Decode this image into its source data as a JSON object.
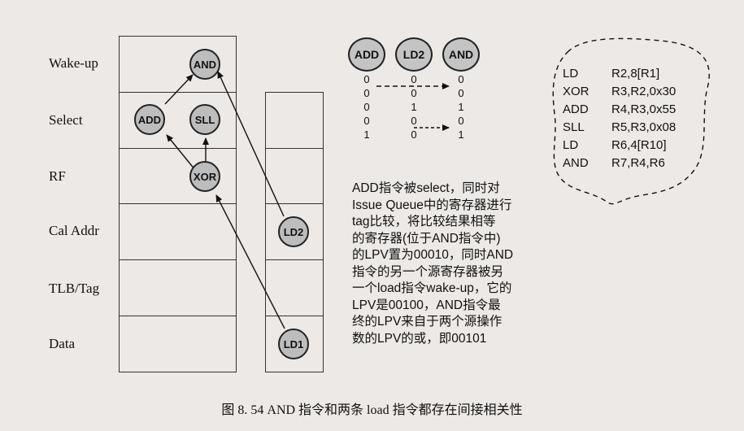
{
  "stages": [
    "Wake-up",
    "Select",
    "RF",
    "Cal Addr",
    "TLB/Tag",
    "Data"
  ],
  "nodes": {
    "and": "AND",
    "add": "ADD",
    "sll": "SLL",
    "xor": "XOR",
    "ld2": "LD2",
    "ld1": "LD1"
  },
  "lpv_headers": [
    "ADD",
    "LD2",
    "AND"
  ],
  "lpv_rows": [
    [
      "0",
      "0",
      "0"
    ],
    [
      "0",
      "0",
      "0"
    ],
    [
      "0",
      "1",
      "1"
    ],
    [
      "0",
      "0",
      "0"
    ],
    [
      "1",
      "0",
      "1"
    ]
  ],
  "instructions": [
    {
      "op": "LD",
      "args": "R2,8[R1]"
    },
    {
      "op": "XOR",
      "args": "R3,R2,0x30"
    },
    {
      "op": "ADD",
      "args": "R4,R3,0x55"
    },
    {
      "op": "SLL",
      "args": "R5,R3,0x08"
    },
    {
      "op": "LD",
      "args": "R6,4[R10]"
    },
    {
      "op": "AND",
      "args": "R7,R4,R6"
    }
  ],
  "explanation_lines": [
    "ADD指令被select，同时对",
    "Issue Queue中的寄存器进行",
    "tag比较，将比较结果相等",
    "的寄存器(位于AND指令中)",
    "的LPV置为00010，同时AND",
    "指令的另一个源寄存器被另",
    "一个load指令wake-up，它的",
    "LPV是00100，AND指令最",
    "终的LPV来自于两个源操作",
    "数的LPV的或，即00101"
  ],
  "caption": "图 8. 54    AND 指令和两条 load 指令都存在间接相关性"
}
